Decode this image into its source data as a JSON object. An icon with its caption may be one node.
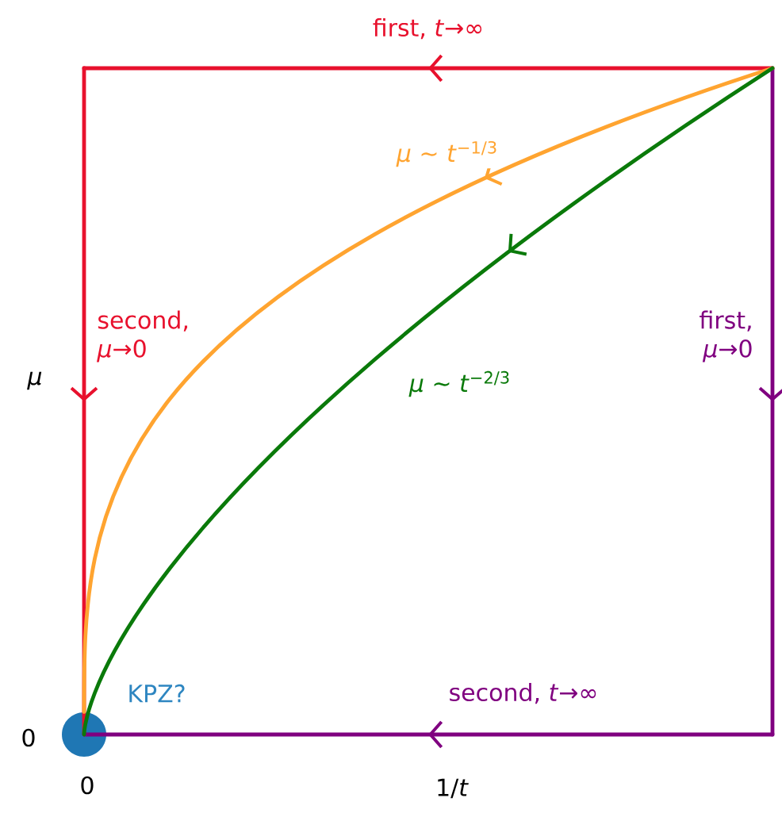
{
  "diagram": {
    "nodes": [
      {
        "text": [],
        "shape": "point"
      },
      {
        "text": [],
        "shape": "point"
      },
      {
        "text": [],
        "shape": "point"
      },
      {
        "text": [],
        "shape": "circle",
        "beside": [
          "KPZ?"
        ]
      }
    ],
    "edges": [
      {
        "from": 0,
        "to": 1,
        "arrow": "to",
        "label": "first, *t*→∞",
        "color": "#e8112d"
      },
      {
        "from": 1,
        "to": 3,
        "arrow": "to",
        "label": "second, *μ*→0",
        "color": "#e8112d"
      },
      {
        "from": 0,
        "to": 2,
        "arrow": "to",
        "label": "first, *μ*→0",
        "color": "#800080"
      },
      {
        "from": 2,
        "to": 3,
        "arrow": "to",
        "label": "second, *t*→∞",
        "color": "#800080"
      },
      {
        "from": 0,
        "to": 3,
        "arrow": "to",
        "label": "*μ* ~ *t*$^{−1/3}$",
        "color": "#ffa430"
      },
      {
        "from": 0,
        "to": 3,
        "arrow": "to",
        "label": "*μ* ~ *t*$^{−2/3}$",
        "color": "#0a7a0a"
      }
    ],
    "labels": [
      "*μ*",
      "0",
      "0",
      "1/*t*"
    ]
  }
}
